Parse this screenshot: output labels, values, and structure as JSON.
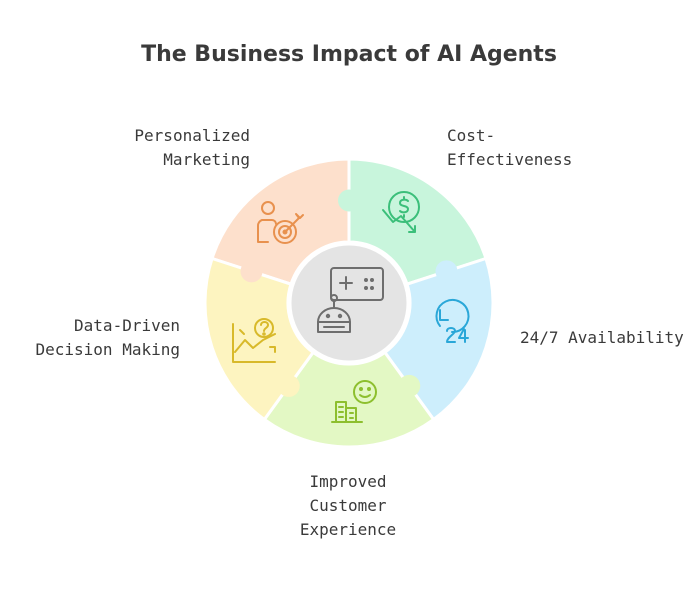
{
  "title": "The Business Impact of AI Agents",
  "segments": [
    {
      "label_lines": [
        "Personalized",
        "Marketing"
      ],
      "color": "#fde0cc",
      "icon_color": "#e8914e",
      "icon": "target-person-icon"
    },
    {
      "label_lines": [
        "Cost-",
        "Effectiveness"
      ],
      "color": "#c8f5dc",
      "icon_color": "#3bbf7a",
      "icon": "dollar-down-arrow-icon"
    },
    {
      "label_lines": [
        "24/7 Availability"
      ],
      "color": "#cdeefc",
      "icon_color": "#2aa7d8",
      "icon": "clock-24-icon"
    },
    {
      "label_lines": [
        "Improved",
        "Customer",
        "Experience"
      ],
      "color": "#e3f8c4",
      "icon_color": "#8dbf2e",
      "icon": "smiley-building-icon"
    },
    {
      "label_lines": [
        "Data-Driven",
        "Decision Making"
      ],
      "color": "#fdf4c0",
      "icon_color": "#d8b92a",
      "icon": "chart-question-icon"
    }
  ],
  "center": {
    "color": "#e4e4e4",
    "icon_color": "#6e6e6e",
    "icon": "ai-agent-robot-icon"
  }
}
